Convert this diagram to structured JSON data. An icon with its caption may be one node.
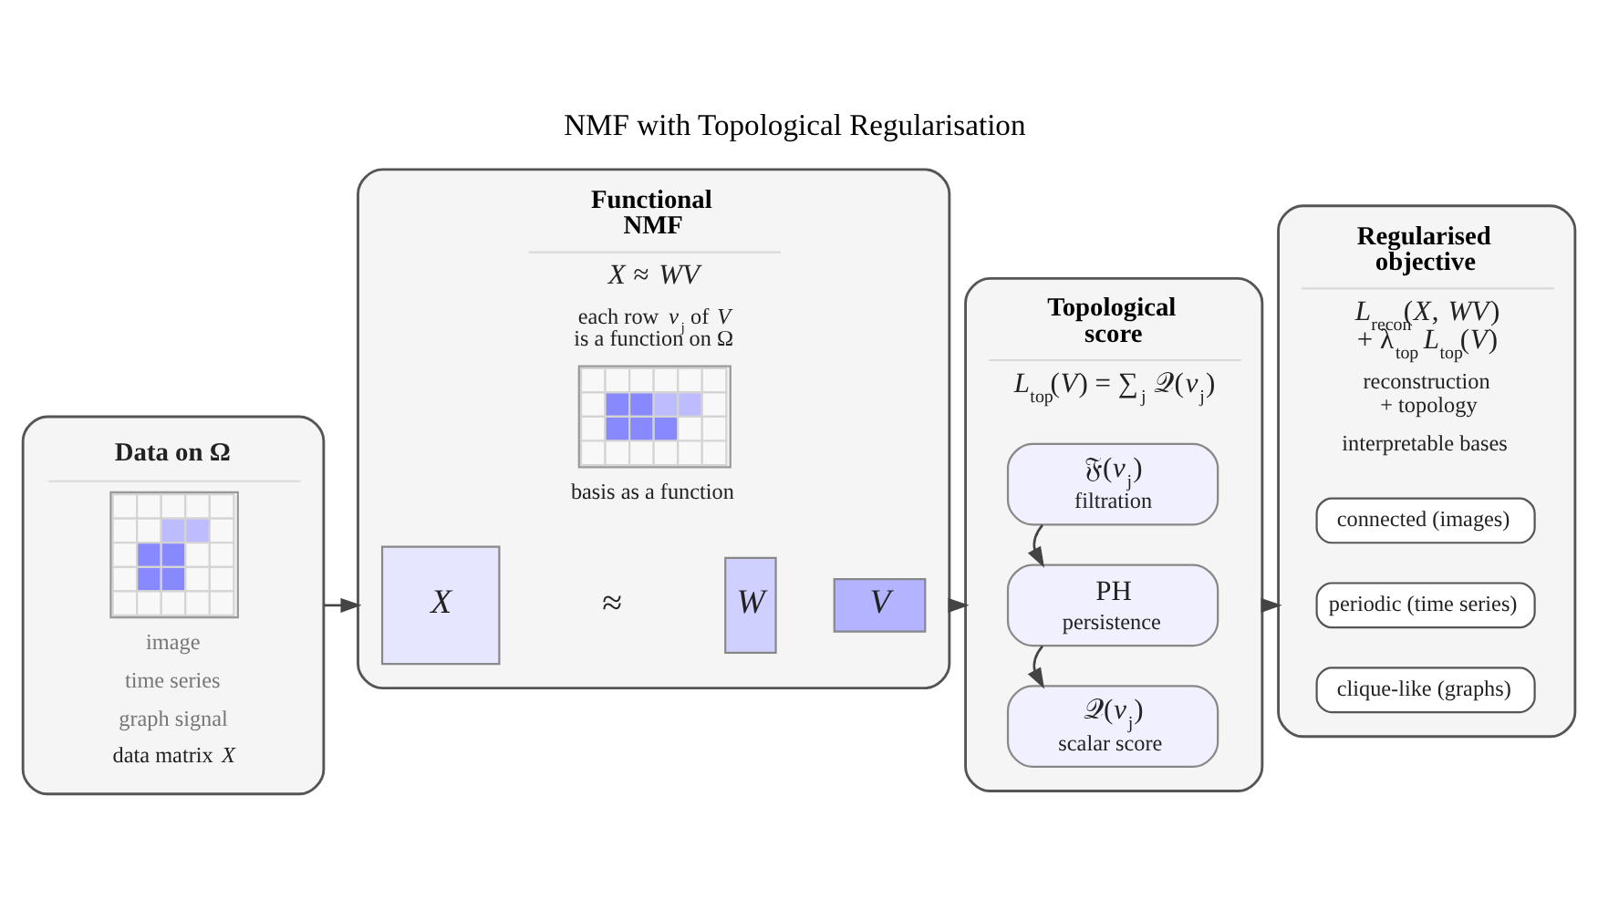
{
  "diagram": {
    "title": "NMF with Topological Regularisation",
    "nodes": [
      {
        "text": [
          "Data on Ω",
          "image",
          "time series",
          "graph signal",
          "data matrix *X*"
        ]
      },
      {
        "text": [
          "Functional NMF",
          "*X* ≈ *WV*",
          "each row *v*$_{j}$ of *V* is a function on Ω",
          "basis as a function"
        ]
      },
      {
        "text": [
          "X"
        ],
        "in": 1
      },
      {
        "text": [
          "W"
        ],
        "in": 1
      },
      {
        "text": [
          "V"
        ],
        "in": 1
      },
      {
        "text": [
          "Topological score",
          "*L*$_{top}$(*V*) = ∑$_{j}$ 𝒬(*v*$_{j}$)"
        ]
      },
      {
        "text": [
          "𝔉(*v*$_{j}$)",
          "filtration"
        ],
        "in": 5
      },
      {
        "text": [
          "PH",
          "persistence"
        ],
        "in": 5
      },
      {
        "text": [
          "𝒬(*v*$_{j}$)",
          "scalar score"
        ],
        "in": 5
      },
      {
        "text": [
          "Regularised objective",
          "*L*$_{recon}$(*X*, *WV*) + λ$_{top}$ *L*$_{top}$(*V*)",
          "reconstruction + topology",
          "interpretable bases"
        ]
      },
      {
        "text": [
          "connected (images)"
        ],
        "in": 9
      },
      {
        "text": [
          "periodic (time series)"
        ],
        "in": 9
      },
      {
        "text": [
          "clique-like (graphs)"
        ],
        "in": 9
      }
    ],
    "edges": [
      {
        "from": 0,
        "to": 1,
        "arrow": "to"
      },
      {
        "from": 1,
        "to": 5,
        "arrow": "to"
      },
      {
        "from": 6,
        "to": 7,
        "arrow": "to"
      },
      {
        "from": 7,
        "to": 8,
        "arrow": "to"
      },
      {
        "from": 5,
        "to": 9,
        "arrow": "to"
      }
    ],
    "labels": [
      "≈"
    ]
  }
}
